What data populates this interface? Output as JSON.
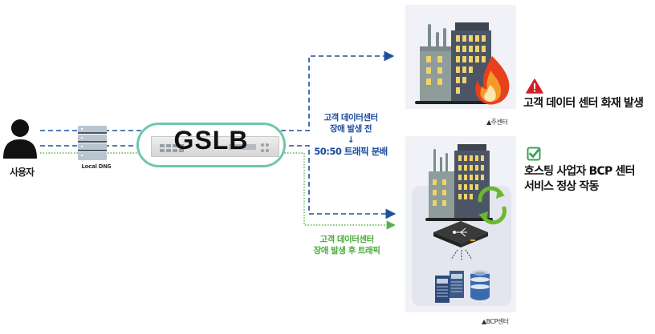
{
  "user": {
    "label": "사용자",
    "icon": "user-icon"
  },
  "local_dns": {
    "label": "Local DNS",
    "icon": "server-stack-icon"
  },
  "gslb": {
    "label": "GSLB",
    "icon": "network-appliance-icon"
  },
  "before_failure_note": {
    "line1": "고객 데이터센터",
    "line2": "장애 발생 전",
    "arrow": "↓",
    "line3": "50:50 트래픽 분배",
    "color": "#1a4a9a"
  },
  "after_failure_note": {
    "line1": "고객 데이터센터",
    "line2": "장애 발생 후 트래픽",
    "color": "#4aaa3a"
  },
  "main_center": {
    "caption": "▲주센터",
    "icons": [
      "building-icon",
      "fire-icon"
    ],
    "status_icon": "warning-icon",
    "status_text": "고객 데이터 센터 화재 발생",
    "status_color": "#d0202a"
  },
  "bcp_center": {
    "caption": "▲BCP센터",
    "icons": [
      "building-icon",
      "sync-icon",
      "switch-icon",
      "server-icon",
      "database-icon"
    ],
    "status_icon": "checkbox-checked-icon",
    "status_line1": "호스팅 사업자 BCP 센터",
    "status_line2": "서비스 정상 작동",
    "status_color": "#3aa35a"
  }
}
